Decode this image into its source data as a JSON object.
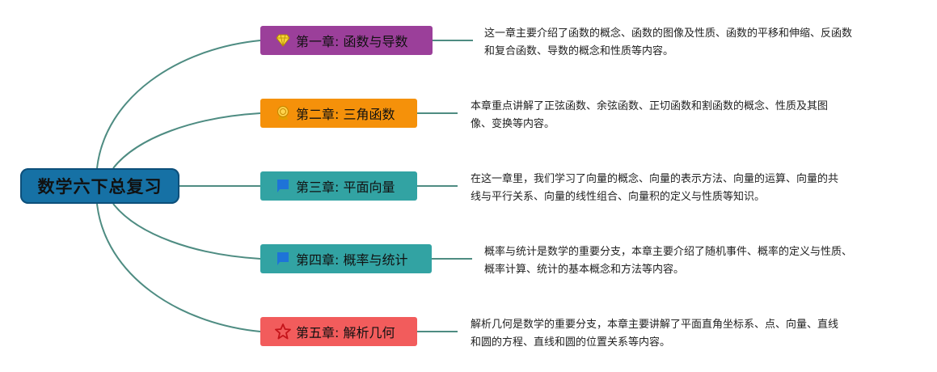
{
  "root": {
    "label": "数学六下总复习"
  },
  "colors": {
    "edge": "#4e8c82",
    "root": "#1671a5"
  },
  "chapters": [
    {
      "label": "第一章: 函数与导数",
      "icon": "diamond-icon",
      "color": "#9b3f9a",
      "desc": [
        "这一章主要介绍了函数的概念、函数的图像及性质、函数的平移和伸缩、反函数",
        "和复合函数、导数的概念和性质等内容。"
      ]
    },
    {
      "label": "第二章: 三角函数",
      "icon": "medal-icon",
      "color": "#f5910a",
      "desc": [
        "本章重点讲解了正弦函数、余弦函数、正切函数和割函数的概念、性质及其图",
        "像、变换等内容。"
      ]
    },
    {
      "label": "第三章: 平面向量",
      "icon": "flag-icon",
      "color": "#32a3a3",
      "desc": [
        "在这一章里，我们学习了向量的概念、向量的表示方法、向量的运算、向量的共",
        "线与平行关系、向量的线性组合、向量积的定义与性质等知识。"
      ]
    },
    {
      "label": "第四章: 概率与统计",
      "icon": "flag-icon",
      "color": "#32a3a3",
      "desc": [
        "概率与统计是数学的重要分支，本章主要介绍了随机事件、概率的定义与性质、",
        "概率计算、统计的基本概念和方法等内容。"
      ]
    },
    {
      "label": "第五章: 解析几何",
      "icon": "star-icon",
      "color": "#f25c5c",
      "desc": [
        "解析几何是数学的重要分支，本章主要讲解了平面直角坐标系、点、向量、直线",
        "和圆的方程、直线和圆的位置关系等内容。"
      ]
    }
  ]
}
